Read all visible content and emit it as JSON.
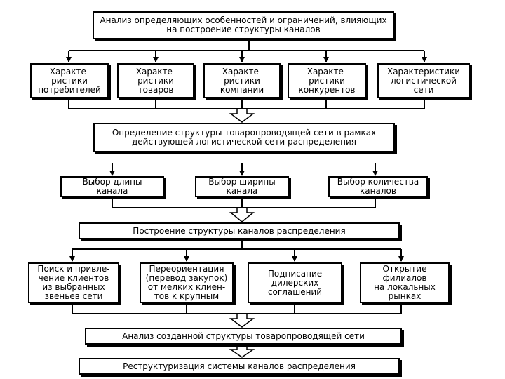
{
  "top": "Анализ определяющих особенностей и ограничений, влияющих на построение структуры каналов",
  "factors": [
    "Характе-\nристики\nпотребителей",
    "Характе-\nристики\nтоваров",
    "Характе-\nристики\nкомпании",
    "Характе-\nристики\nконкурентов",
    "Характеристики\nлогистической\nсети"
  ],
  "determination": "Определение структуры товаропроводящей сети в рамках действующей логистической сети распределения",
  "choices": [
    "Выбор длины\nканала",
    "Выбор ширины\nканала",
    "Выбор количества\nканалов"
  ],
  "construction": "Построение структуры каналов распределения",
  "actions": [
    "Поиск и привле-\nчение клиентов\nиз выбранных\nзвеньев сети",
    "Переориентация\n(перевод закупок)\nот мелких клиен-\nтов к крупным",
    "Подписание\nдилерских\nсоглашений",
    "Открытие\nфилиалов\nна локальных\nрынках"
  ],
  "analysis": "Анализ созданной структуры товаропроводящей сети",
  "restructuring": "Реструктуризация системы каналов распределения"
}
